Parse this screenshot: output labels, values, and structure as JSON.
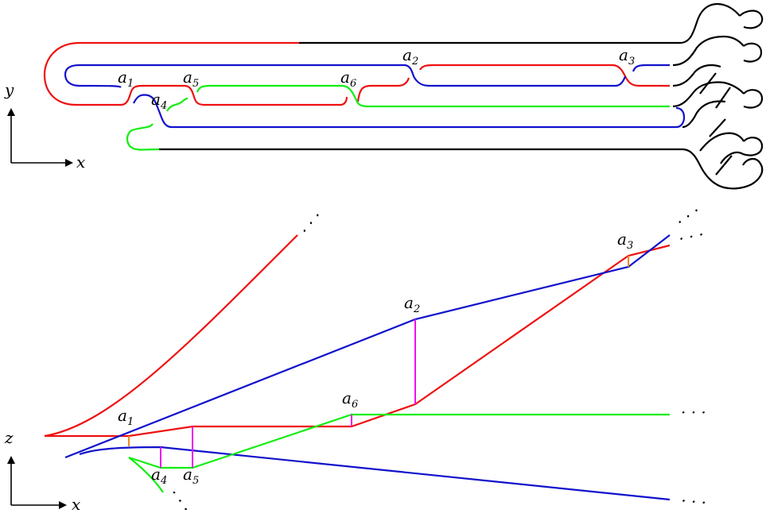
{
  "colors": {
    "red": "#ee1111",
    "blue": "#1111cc",
    "green": "#11ee11",
    "black": "#000000",
    "magenta": "#ee11ee",
    "orange": "#ee8822"
  },
  "top_view": {
    "axes": {
      "vertical": "y",
      "horizontal": "x"
    },
    "labels": [
      {
        "letter": "a",
        "sub": "1"
      },
      {
        "letter": "a",
        "sub": "2"
      },
      {
        "letter": "a",
        "sub": "3"
      },
      {
        "letter": "a",
        "sub": "4"
      },
      {
        "letter": "a",
        "sub": "5"
      },
      {
        "letter": "a",
        "sub": "6"
      }
    ]
  },
  "side_view": {
    "axes": {
      "vertical": "z",
      "horizontal": "x"
    },
    "labels": [
      {
        "letter": "a",
        "sub": "1"
      },
      {
        "letter": "a",
        "sub": "2"
      },
      {
        "letter": "a",
        "sub": "3"
      },
      {
        "letter": "a",
        "sub": "4"
      },
      {
        "letter": "a",
        "sub": "5"
      },
      {
        "letter": "a",
        "sub": "6"
      }
    ],
    "ellipsis": "· · ·"
  }
}
